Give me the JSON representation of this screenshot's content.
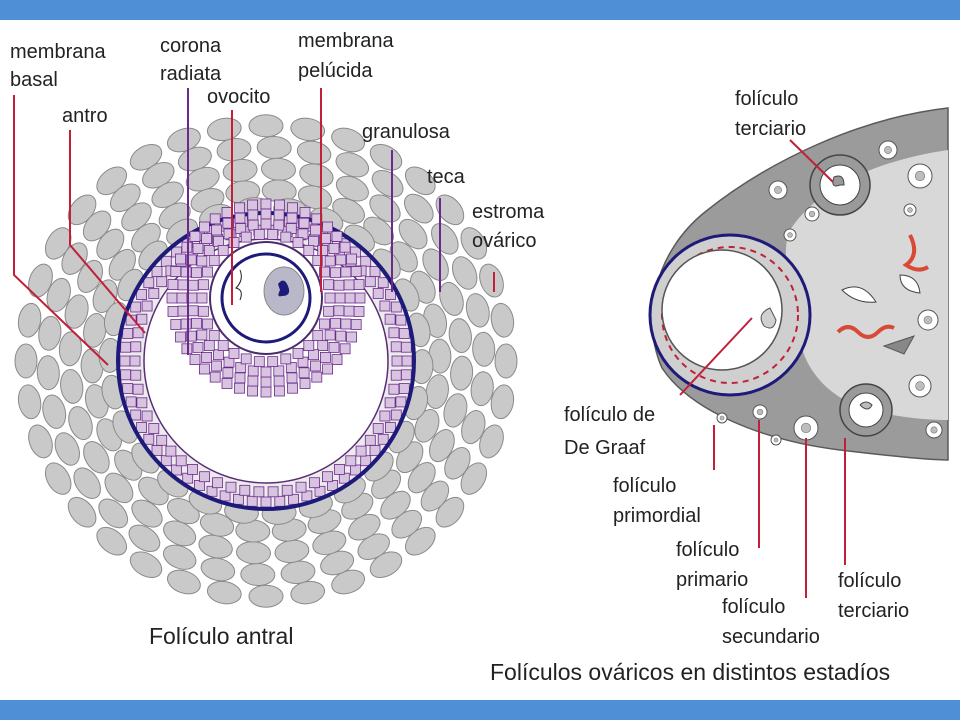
{
  "colors": {
    "band": "#4f8fd6",
    "red_line": "#c0203a",
    "purple_line": "#6a2a8a",
    "navy": "#1d1a7a",
    "theca_cell": "#c9c9c9",
    "granulosa_cell": "#d8c4e0",
    "ovary_gray": "#9b9b9b",
    "medulla": "#d8d8d8",
    "vessel": "#d94a36"
  },
  "left_diagram": {
    "caption": "Folículo antral",
    "labels": {
      "membrana_basal_1": "membrana",
      "membrana_basal_2": "basal",
      "antro": "antro",
      "corona_1": "corona",
      "corona_2": "radiata",
      "ovocito": "ovocito",
      "pelucida_1": "membrana",
      "pelucida_2": "pelúcida",
      "granulosa": "granulosa",
      "teca": "teca",
      "estroma_1": "estroma",
      "estroma_2": "ovárico"
    }
  },
  "right_diagram": {
    "caption": "Folículos ováricos en distintos estadíos",
    "labels": {
      "terciario_top_1": "folículo",
      "terciario_top_2": "terciario",
      "graaf_1": "folículo de",
      "graaf_2": "De Graaf",
      "primordial_1": "folículo",
      "primordial_2": "primordial",
      "primario_1": "folículo",
      "primario_2": "primario",
      "secundario_1": "folículo",
      "secundario_2": "secundario",
      "terciario_bottom_1": "folículo",
      "terciario_bottom_2": "terciario"
    }
  }
}
